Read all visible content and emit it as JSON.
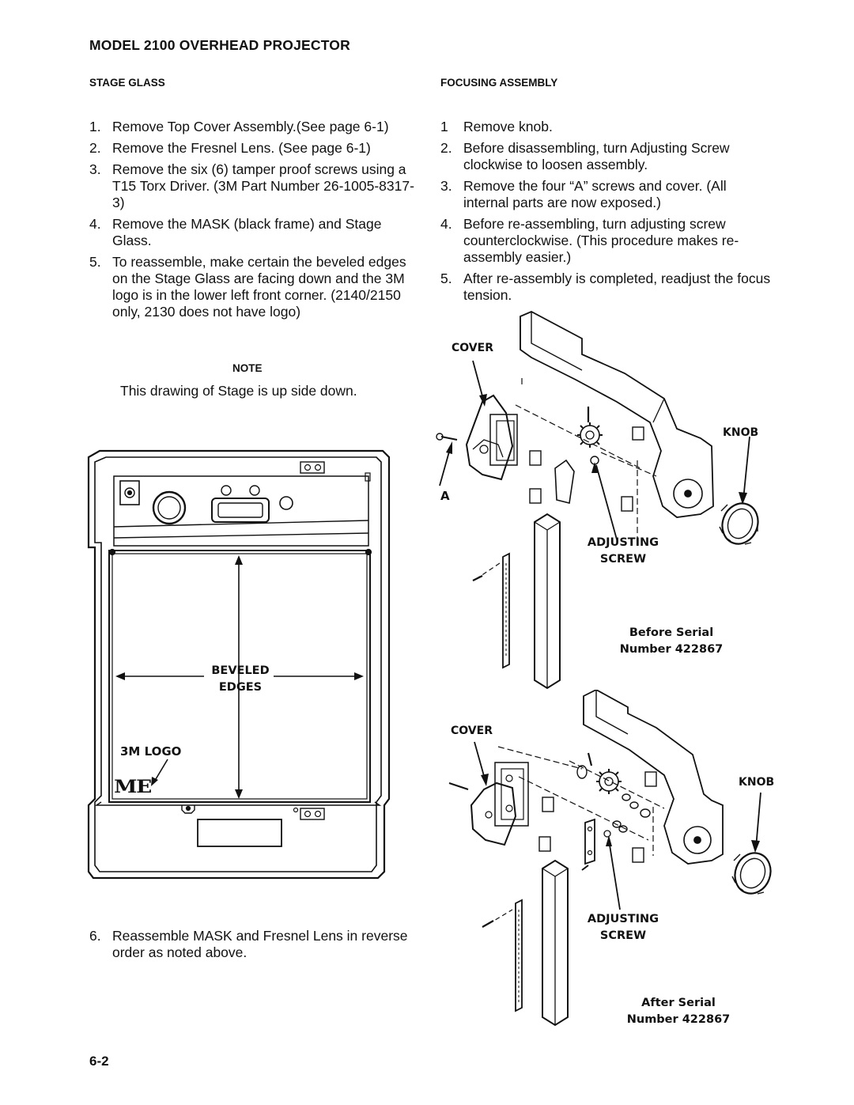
{
  "page": {
    "title": "MODEL 2100 OVERHEAD PROJECTOR",
    "page_number": "6-2"
  },
  "stage_glass": {
    "heading": "STAGE GLASS",
    "steps": [
      {
        "num": "1.",
        "text": "Remove Top Cover Assembly.(See page 6-1)"
      },
      {
        "num": "2.",
        "text": "Remove the Fresnel Lens. (See page 6-1)"
      },
      {
        "num": "3.",
        "text": "Remove the six (6) tamper proof screws using a T15 Torx Driver. (3M Part Number 26-1005-8317-3)"
      },
      {
        "num": "4.",
        "text": "Remove the MASK (black frame) and Stage Glass."
      },
      {
        "num": "5.",
        "text": "To reassemble, make certain the beveled edges on the Stage Glass are facing down and the 3M logo is in the lower left front corner. (2140/2150 only, 2130 does not have logo)"
      }
    ],
    "note_heading": "NOTE",
    "note_text": "This drawing of Stage is up side down.",
    "step6": {
      "num": "6.",
      "text": "Reassemble MASK and Fresnel Lens in reverse order as noted above."
    },
    "figure": {
      "beveled_label_1": "BEVELED",
      "beveled_label_2": "EDGES",
      "logo_label": "3M LOGO",
      "logo_mark": "ME"
    }
  },
  "focusing_assembly": {
    "heading": "FOCUSING ASSEMBLY",
    "steps": [
      {
        "num": "1",
        "text": "Remove knob."
      },
      {
        "num": "2.",
        "text": "Before disassembling, turn Adjusting Screw clockwise to loosen assembly."
      },
      {
        "num": "3.",
        "text": "Remove the four “A” screws and cover. (All internal parts are now exposed.)"
      },
      {
        "num": "4.",
        "text": "Before re-assembling, turn adjusting screw counterclockwise. (This procedure makes re-assembly easier.)"
      },
      {
        "num": "5.",
        "text": "After re-assembly is completed, readjust the focus tension."
      }
    ],
    "figure_top": {
      "cover": "COVER",
      "knob": "KNOB",
      "a": "A",
      "adjusting": "ADJUSTING",
      "screw": "SCREW",
      "caption_1": "Before Serial",
      "caption_2": "Number 422867"
    },
    "figure_bottom": {
      "cover": "COVER",
      "knob": "KNOB",
      "adjusting": "ADJUSTING",
      "screw": "SCREW",
      "caption_1": "After Serial",
      "caption_2": "Number 422867"
    }
  }
}
